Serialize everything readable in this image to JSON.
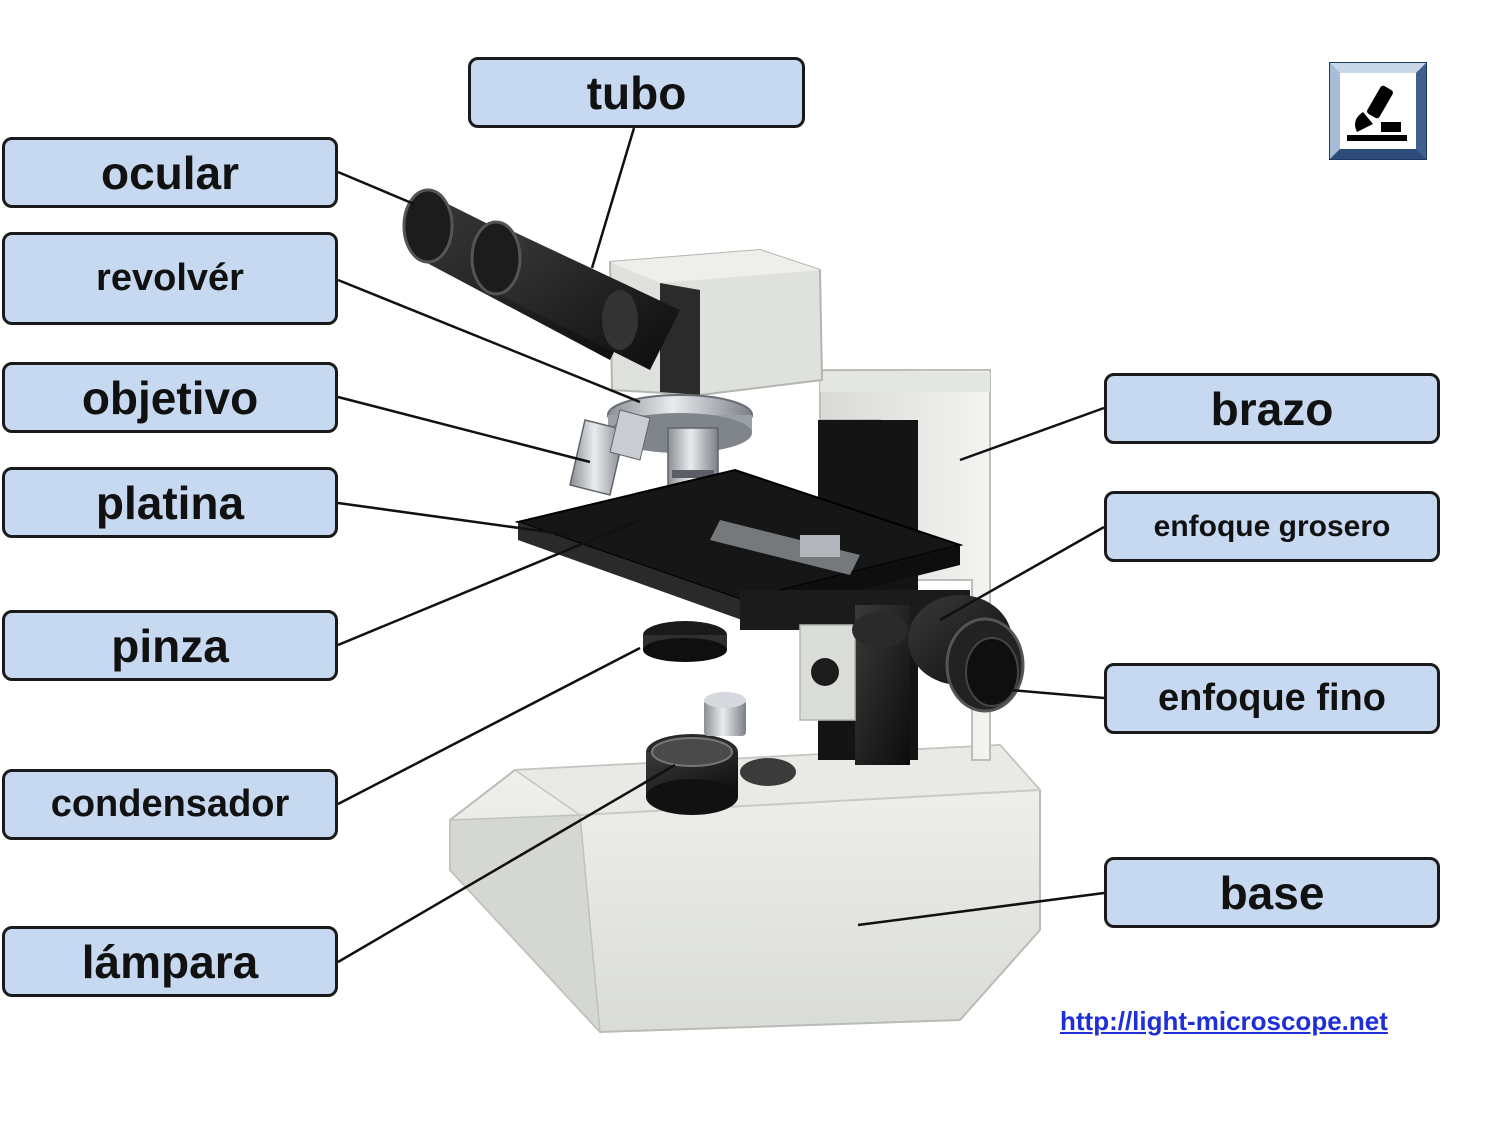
{
  "labels": {
    "tubo": "tubo",
    "ocular": "ocular",
    "revolver": "revolvér",
    "objetivo": "objetivo",
    "platina": "platina",
    "pinza": "pinza",
    "condensador": "condensador",
    "lampara": "lámpara",
    "brazo": "brazo",
    "enfoque_grosero": "enfoque grosero",
    "enfoque_fino": "enfoque fino",
    "base": "base"
  },
  "footer": {
    "url": "http://light-microscope.net"
  },
  "icons": {
    "logo": "microscope-icon"
  },
  "colors": {
    "label_fill": "#c6d9f0",
    "link": "#1f2fd8",
    "leader": "#111111"
  }
}
